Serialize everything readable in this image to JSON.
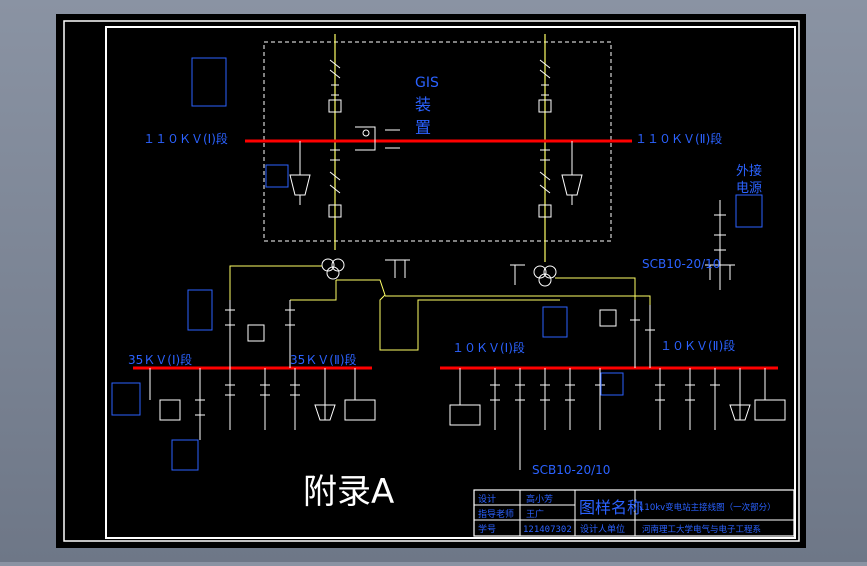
{
  "labels": {
    "gis": [
      "GIS",
      "装",
      "置"
    ],
    "bus110_1": "１１０ＫＶ(Ⅰ)段",
    "bus110_2": "１１０ＫＶ(Ⅱ)段",
    "external_source": [
      "外接",
      "电源"
    ],
    "scb_upper": "SCB10-20/10",
    "scb_lower": "SCB10-20/10",
    "bus35_1": "35ＫＶ(Ⅰ)段",
    "bus35_2": "35ＫＶ(Ⅱ)段",
    "bus10_1": "１０ＫＶ(Ⅰ)段",
    "bus10_2": "１０ＫＶ(Ⅱ)段",
    "appendix": "附录A"
  },
  "title_block": {
    "rows": [
      [
        "设计",
        "高小芳"
      ],
      [
        "指导老师",
        "王广"
      ],
      [
        "学号",
        "121407302"
      ]
    ],
    "drawing_name_label": "图样名称",
    "drawing_name": "110kv变电站主接线图（一次部分）",
    "unit_label": "设计人单位",
    "unit": "河南理工大学电气与电子工程系"
  },
  "colors": {
    "background": "#000000",
    "frame": "#ffffff",
    "bus": "#ff0000",
    "line": "#ffffff",
    "feeder": "#ffff66",
    "label": "#2b62ff"
  }
}
